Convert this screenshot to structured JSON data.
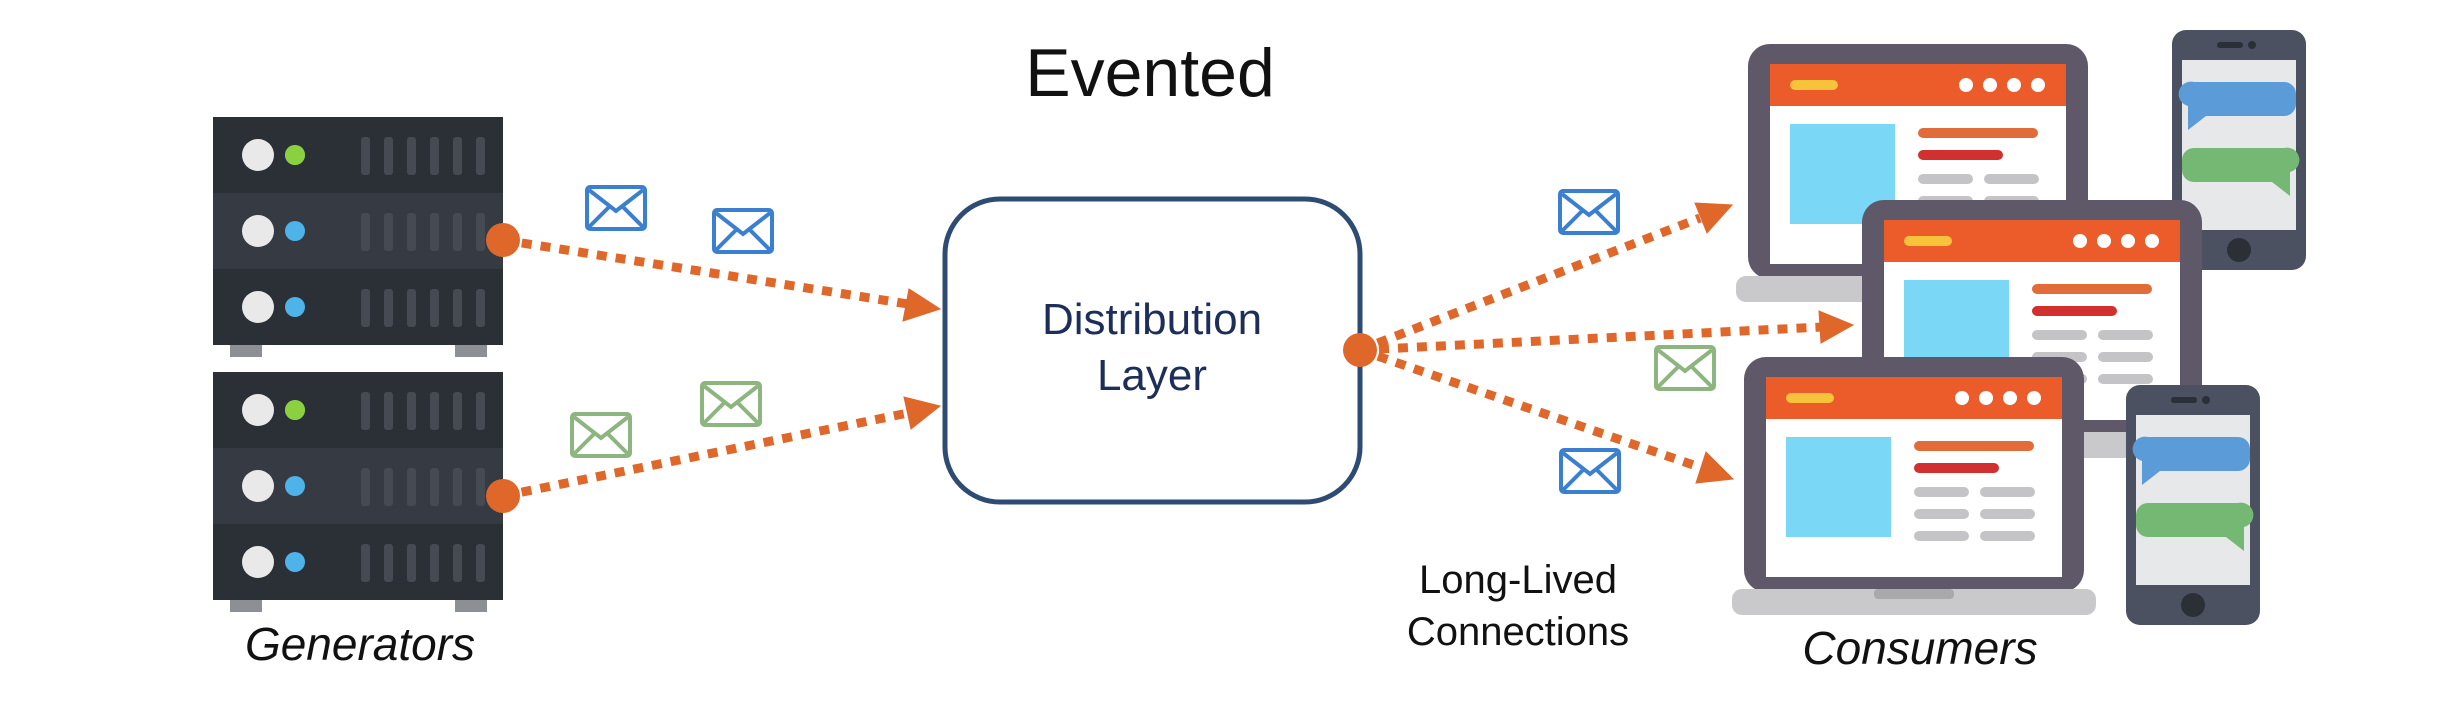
{
  "title": "Evented",
  "distribution": {
    "line1": "Distribution",
    "line2": "Layer"
  },
  "generators_label": "Generators",
  "consumers_label": "Consumers",
  "connections_label": {
    "line1": "Long-Lived",
    "line2": "Connections"
  },
  "colors": {
    "arrow": "#e0672a",
    "server_body": "#2b2f36",
    "server_mid": "#363b43",
    "box_border": "#2d4b73",
    "dist_text": "#1d2e5a",
    "envelope_blue": "#3a7fd0",
    "envelope_green": "#8db57f",
    "laptop_frame": "#5e5868",
    "browser_header": "#ec5b2a",
    "phone_body": "#4c5162",
    "bubble_blue": "#5b9bd8",
    "bubble_green": "#74b874"
  },
  "icons": [
    "server-rack-icon",
    "envelope-icon",
    "laptop-icon",
    "phone-icon"
  ]
}
